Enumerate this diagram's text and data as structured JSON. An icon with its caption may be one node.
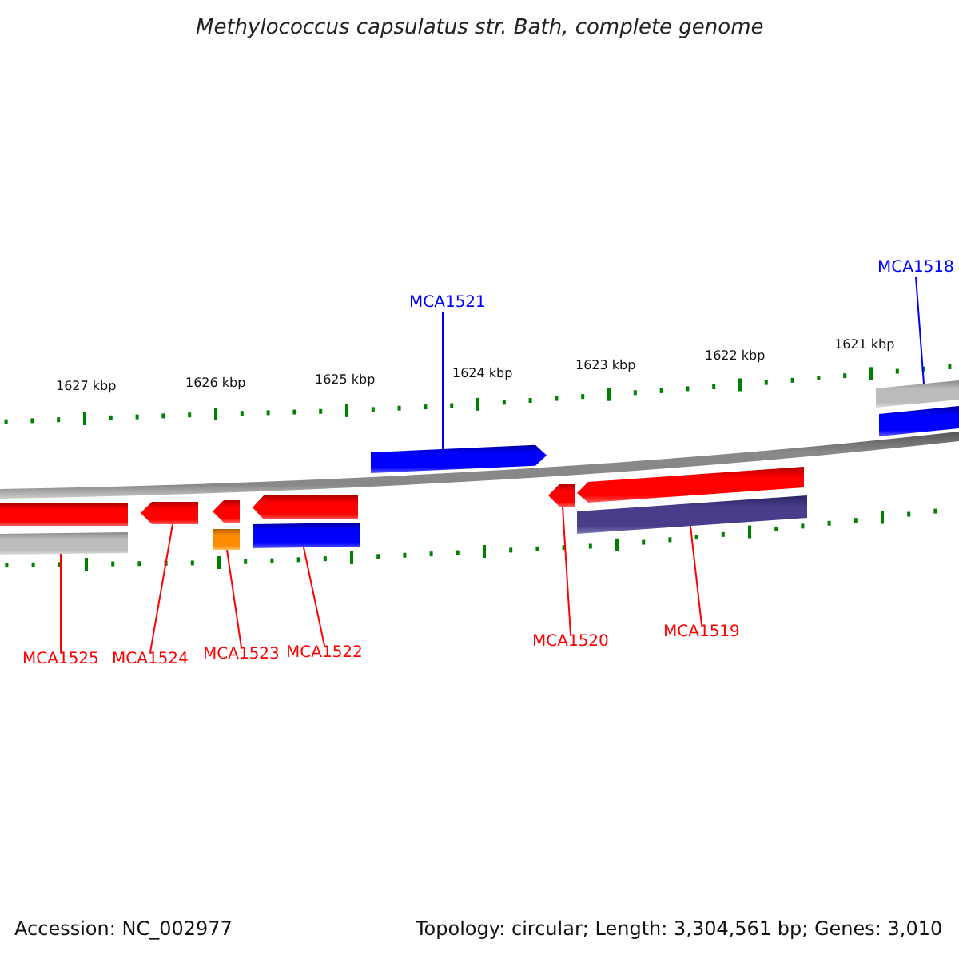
{
  "diagram": {
    "title": "Methylococcus capsulatus str. Bath, complete genome",
    "nodes": [
      {
        "text": [
          "MCA1521"
        ]
      },
      {
        "text": [
          "MCA1518"
        ]
      },
      {
        "text": [
          "MCA1525"
        ]
      },
      {
        "text": [
          "MCA1524"
        ]
      },
      {
        "text": [
          "MCA1523"
        ]
      },
      {
        "text": [
          "MCA1522"
        ]
      },
      {
        "text": [
          "MCA1520"
        ]
      },
      {
        "text": [
          "MCA1519"
        ]
      },
      {
        "text": [],
        "shape": "bar"
      },
      {
        "text": [],
        "shape": "bar"
      },
      {
        "text": [],
        "shape": "pentagon"
      },
      {
        "text": [],
        "shape": "pentagon"
      },
      {
        "text": [],
        "shape": "bar"
      },
      {
        "text": [],
        "shape": "pentagon"
      },
      {
        "text": [],
        "shape": "bar"
      },
      {
        "text": [],
        "shape": "pentagon"
      },
      {
        "text": [],
        "shape": "pentagon"
      },
      {
        "text": [],
        "shape": "pentagon"
      },
      {
        "text": [],
        "shape": "bar"
      },
      {
        "text": [],
        "shape": "bar"
      },
      {
        "text": [],
        "shape": "bar"
      }
    ],
    "edges": [
      {
        "from": 0,
        "to": 15,
        "arrow": "none",
        "color": "#0000ff"
      },
      {
        "from": 1,
        "to": 19,
        "arrow": "none",
        "color": "#0000ff"
      },
      {
        "from": 2,
        "to": 9,
        "arrow": "none"
      },
      {
        "from": 3,
        "to": 10,
        "arrow": "none"
      },
      {
        "from": 4,
        "to": 12,
        "arrow": "none"
      },
      {
        "from": 5,
        "to": 14,
        "arrow": "none"
      },
      {
        "from": 6,
        "to": 16,
        "arrow": "none"
      },
      {
        "from": 7,
        "to": 18,
        "arrow": "none"
      }
    ],
    "labels": [
      "1627 kbp",
      "1626 kbp",
      "1625 kbp",
      "1624 kbp",
      "1623 kbp",
      "1622 kbp",
      "1621 kbp",
      "Accession: NC_002977",
      "Topology: circular; Length: 3,304,561 bp; Genes: 3,010"
    ]
  }
}
